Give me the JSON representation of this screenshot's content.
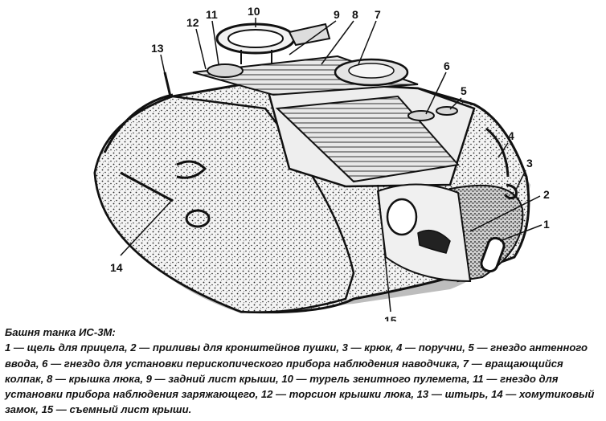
{
  "callouts": {
    "n1": "1",
    "n2": "2",
    "n3": "3",
    "n4": "4",
    "n5": "5",
    "n6": "6",
    "n7": "7",
    "n8": "8",
    "n9": "9",
    "n10": "10",
    "n11": "11",
    "n12": "12",
    "n13": "13",
    "n14": "14",
    "n15": "15"
  },
  "caption": {
    "title": "Башня танка ИС-3М:",
    "items": [
      "1 — щель для прицела, ",
      "2 — приливы для кронштейнов пушки, ",
      "3 — крюк, ",
      "4 — поручни, ",
      "5 — гнездо антенного ввода, ",
      "6 — гнездо для установки перископического прибора наблюдения наводчика, ",
      "7 — вращающийся колпак, ",
      "8 — крышка люка, ",
      "9 — задний лист крыши, ",
      "10 — турель зенитного пулемета, ",
      "11 — гнездо для установки прибора наблюдения заряжающего, ",
      "12 — торсион крышки люка, ",
      "13 — штырь, ",
      "14 — хомутиковый замок, ",
      "15 — съемный лист крыши."
    ]
  }
}
